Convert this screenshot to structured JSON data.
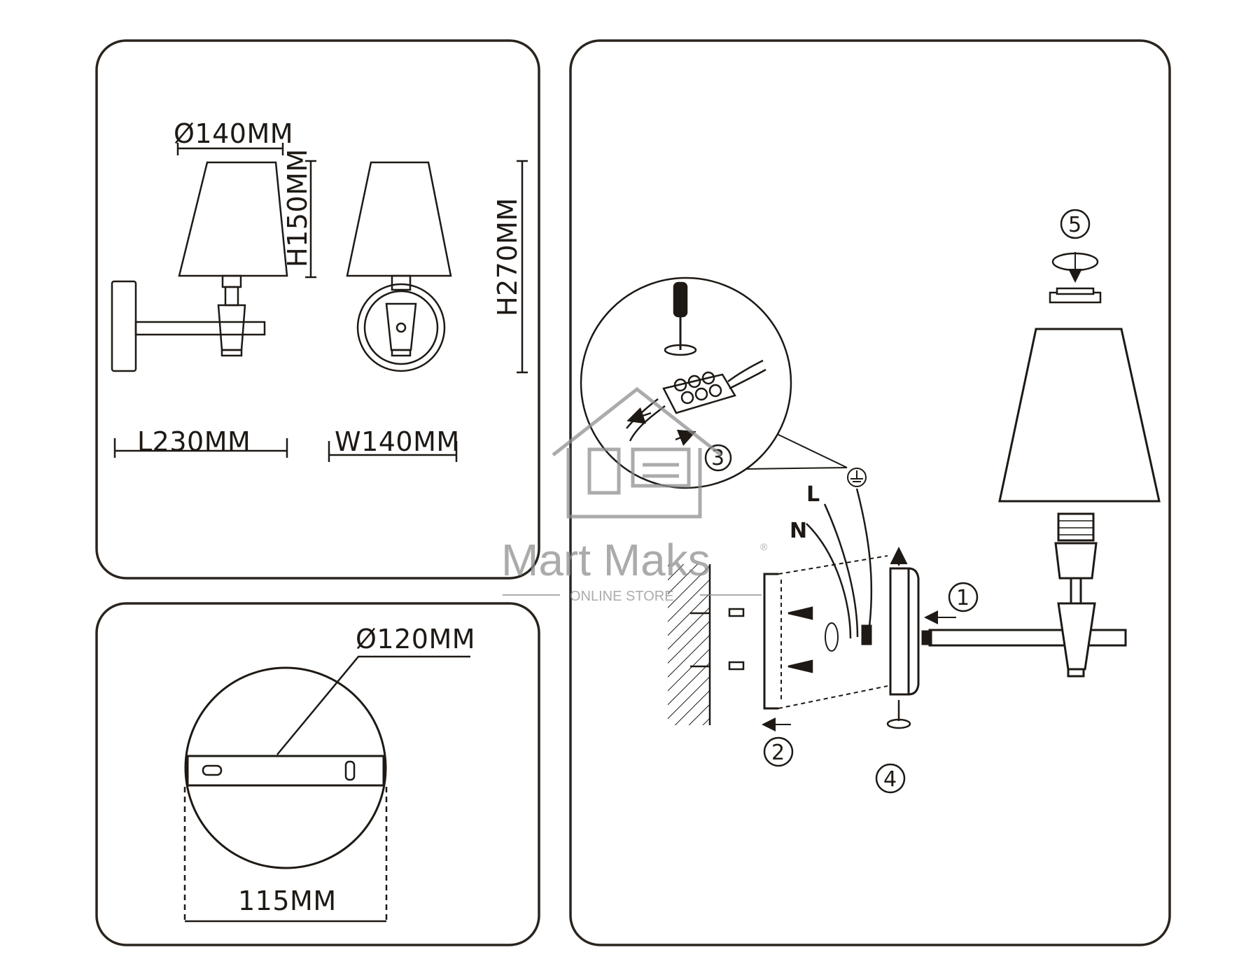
{
  "colors": {
    "line": "#1e1914",
    "frame": "#2a241e",
    "watermark": "#8f8f8f"
  },
  "dimensions": {
    "shade_diameter": "Ø140MM",
    "shade_height": "H150MM",
    "total_height": "H270MM",
    "length": "L230MM",
    "width": "W140MM",
    "plate_diameter": "Ø120MM",
    "mount_spacing": "115MM"
  },
  "wires": {
    "live": "L",
    "neutral": "N"
  },
  "steps": [
    "1",
    "2",
    "3",
    "4",
    "5"
  ],
  "watermark": {
    "brand": "Mart Maks",
    "sub": "ONLINE STORE",
    "reg": "®"
  },
  "icons": [
    "screwdriver-icon",
    "rotate-icon",
    "ground-symbol-icon",
    "house-logo-icon"
  ]
}
